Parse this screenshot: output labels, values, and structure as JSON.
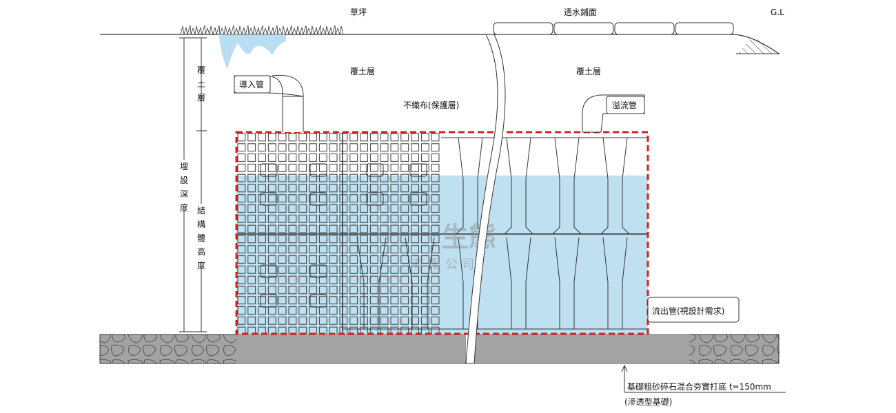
{
  "labels": {
    "grass": "草坪",
    "permeable_paving": "透水鋪面",
    "ground_level": "G.L",
    "cover_soil_left": "覆土層",
    "cover_soil_right": "覆土層",
    "inlet_pipe": "導入管",
    "overflow_pipe": "溢流管",
    "geotextile": "不織布(保護層)",
    "outlet_pipe": "流出管(視設計需求)",
    "foundation": "基礎粗砂碎石混合夯實打底  t=150mm",
    "foundation_note": "(滲透型基礎)"
  },
  "dimensions": {
    "cover_depth": [
      "覆",
      "土",
      "層"
    ],
    "burial_depth": [
      "埋",
      "設",
      "深",
      "度"
    ],
    "structure_height": [
      "結",
      "構",
      "體",
      "高",
      "度"
    ]
  },
  "watermark": {
    "line1": "生態",
    "line2": "有限公司"
  },
  "colors": {
    "dash": "#d62020",
    "water": "#bfe0f0",
    "gravel": "#9a9a9a",
    "line": "#333333"
  }
}
